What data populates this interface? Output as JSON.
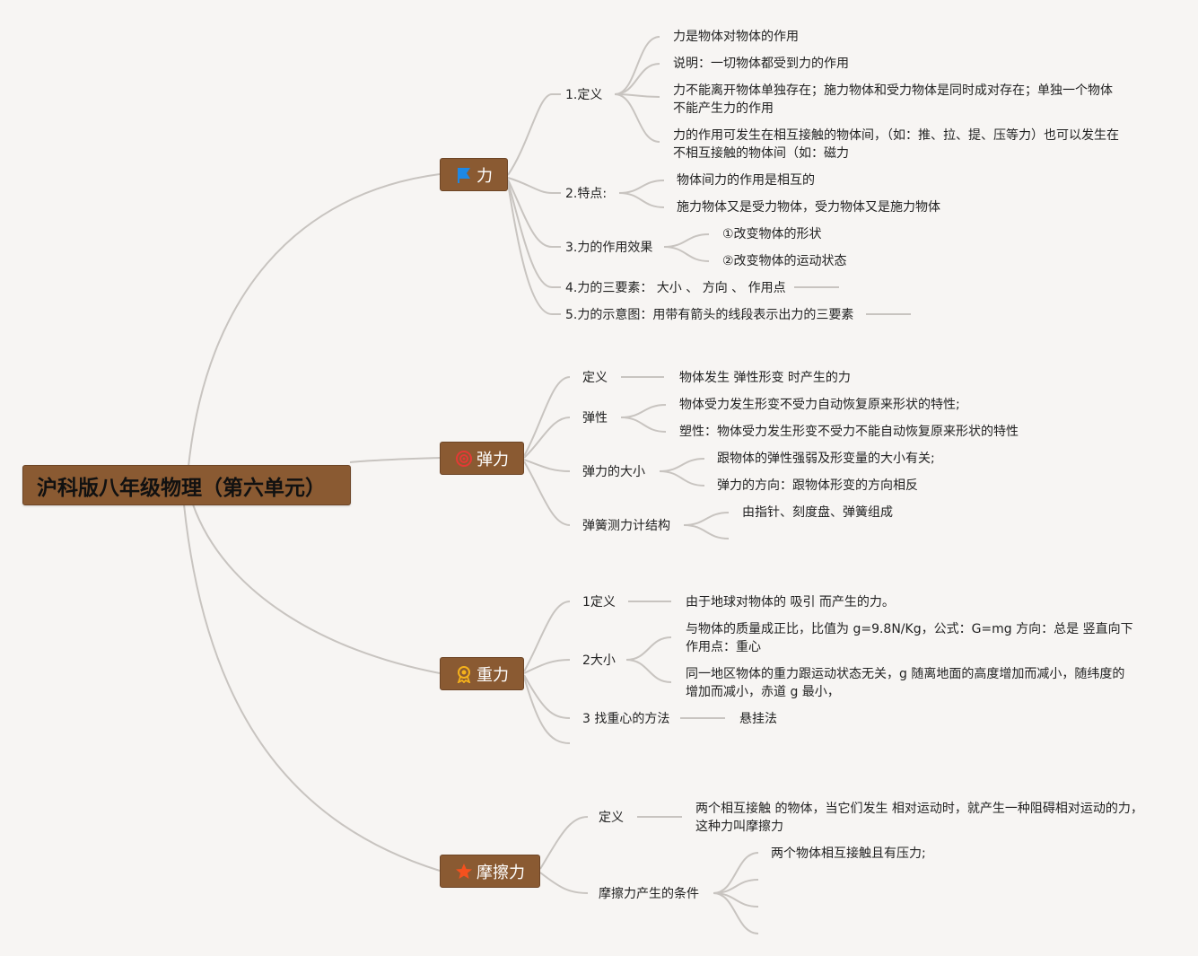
{
  "root": "沪科版八年级物理（第六单元）",
  "branches": {
    "li": "力",
    "tanli": "弹力",
    "zhongli": "重力",
    "moca": "摩擦力"
  },
  "icons": {
    "li": "flag-icon",
    "tanli": "target-icon",
    "zhongli": "medal-icon",
    "moca": "star-icon"
  },
  "colors": {
    "branch_bg": "#8a5a32",
    "line": "#c8c4c0",
    "flag": "#1e88e5",
    "target": "#e53935",
    "medal": "#f5b21b",
    "star": "#f4511e"
  },
  "li": {
    "def": "1.定义",
    "def_items": [
      "力是物体对物体的作用",
      "说明：一切物体都受到力的作用",
      "力不能离开物体单独存在；施力物体和受力物体是同时成对存在；单独一个物体不能产生力的作用",
      "力的作用可发生在相互接触的物体间，（如：推、拉、提、压等力）也可以发生在不相互接触的物体间（如：磁力"
    ],
    "feature": "2.特点:",
    "feature_items": [
      "物体间力的作用是相互的",
      "施力物体又是受力物体，受力物体又是施力物体"
    ],
    "effect": "3.力的作用效果",
    "effect_items": [
      "①改变物体的形状",
      "②改变物体的运动状态"
    ],
    "three": "4.力的三要素： 大小 、 方向 、 作用点",
    "diagram": "5.力的示意图：用带有箭头的线段表示出力的三要素"
  },
  "tanli": {
    "def": "定义",
    "def_item": "物体发生 弹性形变 时产生的力",
    "elastic": "弹性",
    "elastic_items": [
      "物体受力发生形变不受力自动恢复原来形状的特性;",
      "塑性：物体受力发生形变不受力不能自动恢复原来形状的特性"
    ],
    "size": "弹力的大小",
    "size_items": [
      "跟物体的弹性强弱及形变量的大小有关;",
      "弹力的方向：跟物体形变的方向相反"
    ],
    "spring": "弹簧测力计结构",
    "spring_items": [
      "由指针、刻度盘、弹簧组成"
    ]
  },
  "zhongli": {
    "def": "1定义",
    "def_item": "由于地球对物体的 吸引 而产生的力。",
    "size": "2大小",
    "size_items": [
      "与物体的质量成正比，比值为 g=9.8N/Kg，公式：G=mg 方向：总是 竖直向下 作用点：重心",
      "同一地区物体的重力跟运动状态无关，g 随离地面的高度增加而减小，随纬度的增加而减小，赤道 g 最小，"
    ],
    "center": "3 找重心的方法",
    "center_item": "悬挂法"
  },
  "moca": {
    "def": "定义",
    "def_item": "两个相互接触 的物体，当它们发生 相对运动时，就产生一种阻碍相对运动的力，这种力叫摩擦力",
    "cond": "摩擦力产生的条件",
    "cond_items": [
      "两个物体相互接触且有压力;"
    ]
  }
}
